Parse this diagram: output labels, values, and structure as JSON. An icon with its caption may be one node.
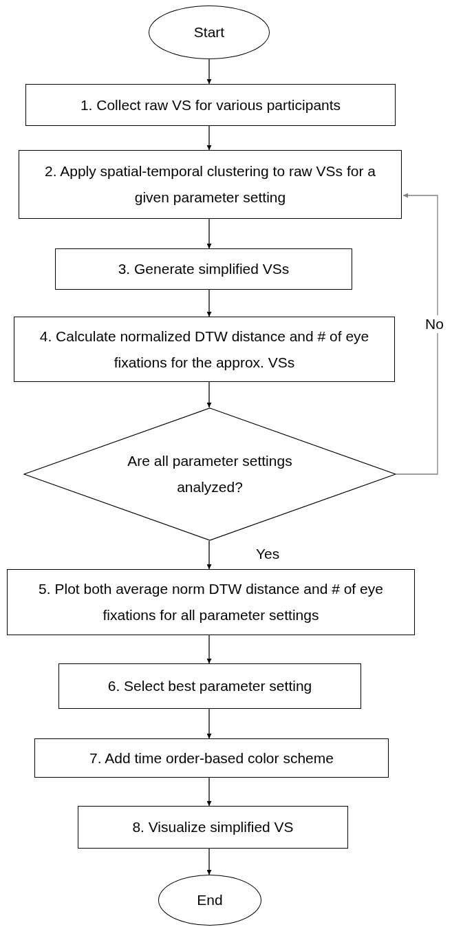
{
  "diagram": {
    "nodes": [
      {
        "text": [
          "Start"
        ]
      },
      {
        "text": [
          "1. Collect raw VS for various participants"
        ]
      },
      {
        "text": [
          "2. Apply spatial-temporal clustering to raw VSs for a given parameter setting"
        ]
      },
      {
        "text": [
          "3. Generate simplified VSs"
        ]
      },
      {
        "text": [
          "4. Calculate normalized DTW distance and # of eye fixations for the approx. VSs"
        ]
      },
      {
        "text": [
          "Are all parameter settings analyzed?"
        ]
      },
      {
        "text": [
          "5. Plot both average norm DTW distance and # of eye fixations for all parameter settings"
        ]
      },
      {
        "text": [
          "6. Select best parameter setting"
        ]
      },
      {
        "text": [
          "7. Add time order-based color scheme"
        ]
      },
      {
        "text": [
          "8. Visualize simplified VS"
        ]
      },
      {
        "text": [
          "End"
        ]
      }
    ],
    "edges": [
      {
        "from": 0,
        "to": 1,
        "arrow": "to"
      },
      {
        "from": 1,
        "to": 2,
        "arrow": "to"
      },
      {
        "from": 2,
        "to": 3,
        "arrow": "to"
      },
      {
        "from": 3,
        "to": 4,
        "arrow": "to"
      },
      {
        "from": 4,
        "to": 5,
        "arrow": "to"
      },
      {
        "from": 5,
        "to": 6,
        "arrow": "to",
        "label": "Yes"
      },
      {
        "from": 5,
        "to": 2,
        "arrow": "to",
        "label": "No",
        "color": "#7f7f7f"
      },
      {
        "from": 6,
        "to": 7,
        "arrow": "to"
      },
      {
        "from": 7,
        "to": 8,
        "arrow": "to"
      },
      {
        "from": 8,
        "to": 9,
        "arrow": "to"
      },
      {
        "from": 9,
        "to": 10,
        "arrow": "to"
      }
    ]
  }
}
